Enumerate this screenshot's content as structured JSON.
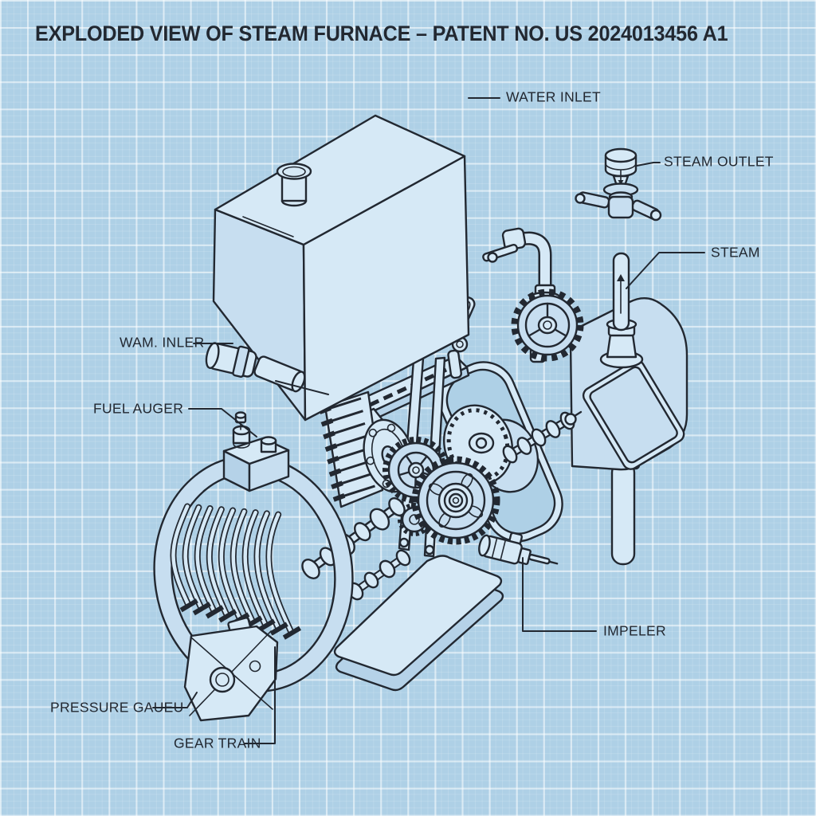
{
  "title": "EXPLODED VIEW OF STEAM FURNACE – PATENT NO. US 2024013456 A1",
  "labels": {
    "water_inlet": "WATER INLET",
    "steam_outlet": "STEAM OUTLET",
    "steam": "STEAM",
    "wam_inler": "WAM. INLER",
    "fuel_auger": "FUEL AUGER",
    "impeler": "IMPELER",
    "pressure_gaueu": "PRESSURE GAUEU",
    "gear_train": "GEAR TRAIN"
  },
  "colors": {
    "bg": "#aed0e6",
    "grid_line": "#e3f0f9",
    "ink": "#222831",
    "fill": "#c7def0",
    "fill_light": "#d6e9f6",
    "fill_dark": "#b5d2e8"
  }
}
